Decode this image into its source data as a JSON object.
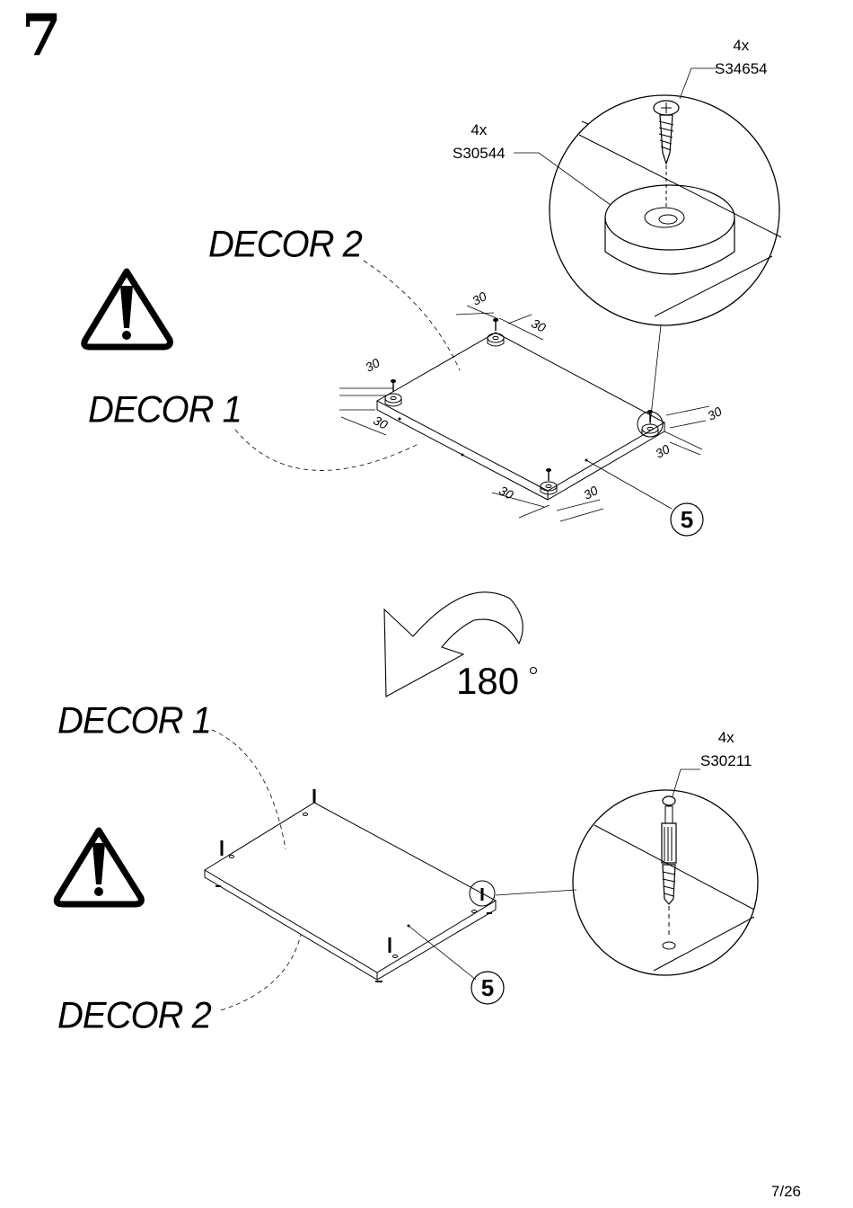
{
  "step_number": "7",
  "page_number": "7/26",
  "top": {
    "decor_2": "DECOR 2",
    "decor_1": "DECOR 1",
    "screw": {
      "qty": "4x",
      "code": "S34654"
    },
    "foot": {
      "qty": "4x",
      "code": "S30544"
    },
    "dims": [
      "30",
      "30",
      "30",
      "30",
      "30",
      "30",
      "30",
      "30"
    ],
    "panel_number": "5"
  },
  "rotate": {
    "angle": "180",
    "unit": "°"
  },
  "bottom": {
    "decor_1": "DECOR 1",
    "decor_2": "DECOR 2",
    "dowel": {
      "qty": "4x",
      "code": "S30211"
    },
    "panel_number": "5"
  },
  "icons": [
    "warning-triangle-icon",
    "rotate-arrow-icon"
  ]
}
